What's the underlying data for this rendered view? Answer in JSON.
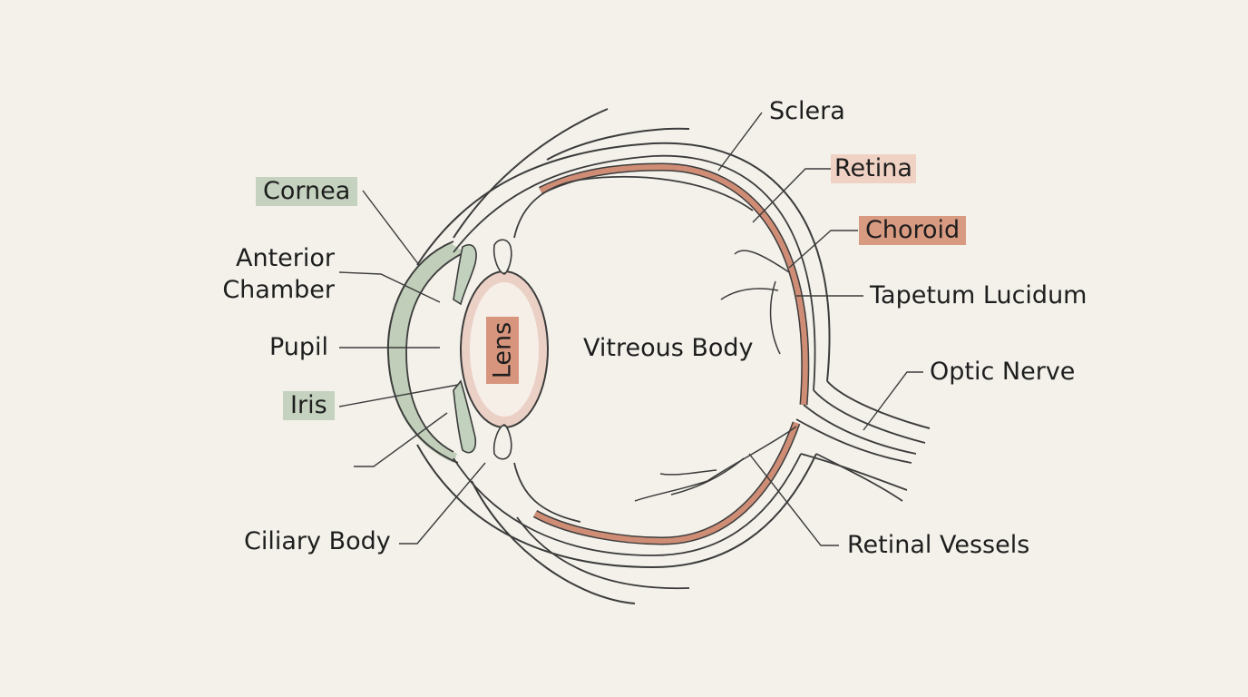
{
  "labels": {
    "cornea": "Cornea",
    "anterior_chamber_line1": "Anterior",
    "anterior_chamber_line2": "Chamber",
    "pupil": "Pupil",
    "iris": "Iris",
    "ciliary_body": "Ciliary Body",
    "lens": "Lens",
    "vitreous_body": "Vitreous Body",
    "sclera": "Sclera",
    "retina": "Retina",
    "choroid": "Choroid",
    "tapetum_lucidum": "Tapetum Lucidum",
    "optic_nerve": "Optic Nerve",
    "retinal_vessels": "Retinal Vessels"
  },
  "colors": {
    "background": "#f3f1ea",
    "outline": "#3c3c3c",
    "cornea_green": "#b7c9b2",
    "iris_green": "#c2d1bd",
    "choroid_salmon": "#cf8d76",
    "retina_pink": "#f0d2c4",
    "lens_pink": "#ebd0c6"
  }
}
